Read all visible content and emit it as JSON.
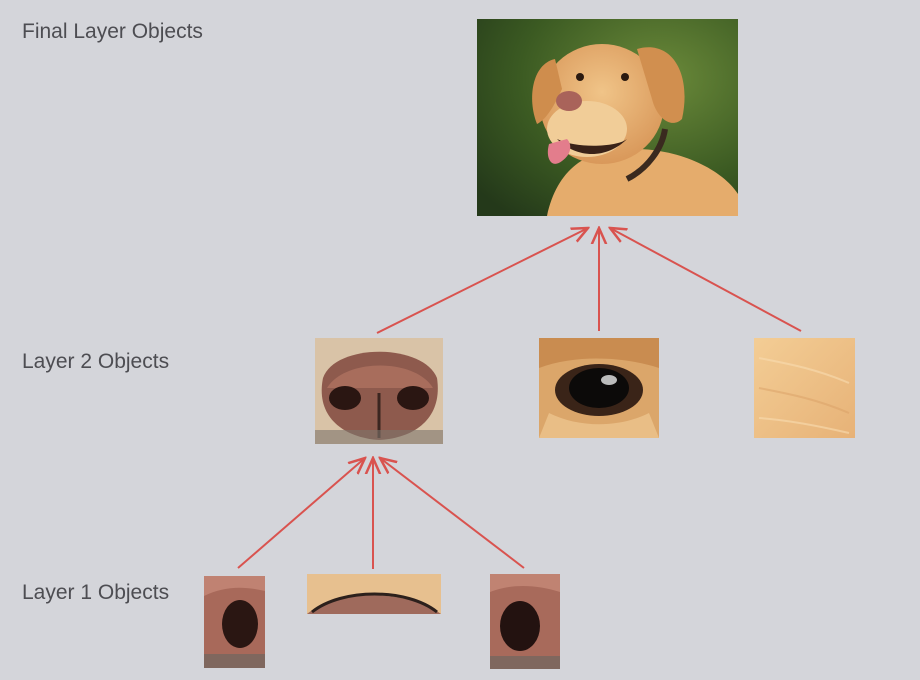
{
  "labels": {
    "final": "Final Layer Objects",
    "layer2": "Layer 2 Objects",
    "layer1": "Layer 1 Objects"
  },
  "colors": {
    "background": "#d4d5da",
    "arrow": "#d9534f",
    "label_text": "#4d4d52"
  },
  "objects": {
    "final": [
      "dog-photo"
    ],
    "layer2": [
      "nose-patch",
      "eye-patch",
      "fur-patch"
    ],
    "layer1": [
      "nostril-left-patch",
      "nose-edge-patch",
      "nostril-right-patch"
    ]
  }
}
